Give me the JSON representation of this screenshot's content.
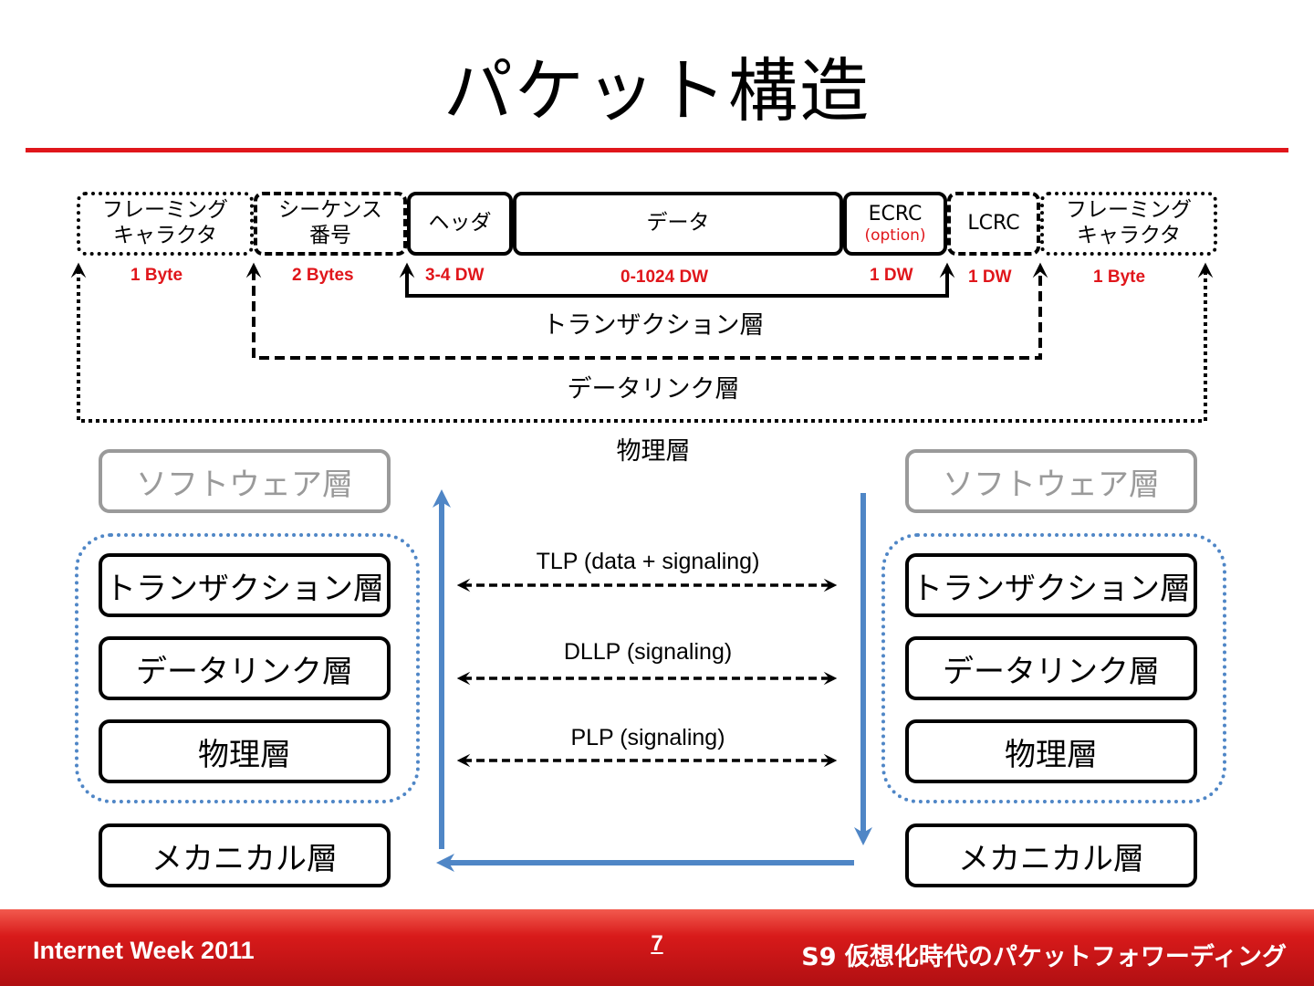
{
  "title": "パケット構造",
  "packet": {
    "fields": [
      {
        "line1": "フレーミング",
        "line2": "キャラクタ",
        "size": "1 Byte"
      },
      {
        "line1": "シーケンス",
        "line2": "番号",
        "size": "2 Bytes"
      },
      {
        "line1": "ヘッダ",
        "size": "3-4 DW"
      },
      {
        "line1": "データ",
        "size": "0-1024 DW"
      },
      {
        "line1": "ECRC",
        "note": "(option)",
        "size": "1 DW"
      },
      {
        "line1": "LCRC",
        "size": "1 DW"
      },
      {
        "line1": "フレーミング",
        "line2": "キャラクタ",
        "size": "1 Byte"
      }
    ],
    "spans": {
      "transaction": "トランザクション層",
      "datalink": "データリンク層",
      "physical": "物理層"
    }
  },
  "stack_left": {
    "software": "ソフトウェア層",
    "transaction": "トランザクション層",
    "datalink": "データリンク層",
    "physical": "物理層",
    "mechanical": "メカニカル層"
  },
  "stack_right": {
    "software": "ソフトウェア層",
    "transaction": "トランザクション層",
    "datalink": "データリンク層",
    "physical": "物理層",
    "mechanical": "メカニカル層"
  },
  "protocols": {
    "tlp": "TLP (data + signaling)",
    "dllp": "DLLP (signaling)",
    "plp": "PLP (signaling)"
  },
  "colors": {
    "accent_red": "#e0161b",
    "flow_blue": "#4f86c6",
    "group_blue": "#4f86c6",
    "software_gray": "#9a9a9a"
  },
  "footer": {
    "left": "Internet Week 2011",
    "page": "7",
    "right": "S9 仮想化時代のパケットフォワーディング"
  }
}
